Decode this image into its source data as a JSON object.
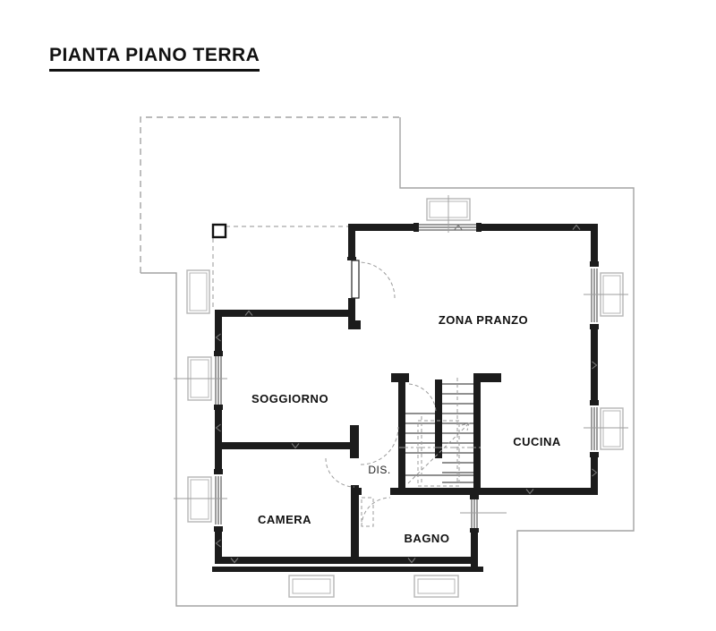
{
  "title": "PIANTA PIANO TERRA",
  "rooms": {
    "zona_pranzo": "ZONA PRANZO",
    "soggiorno": "SOGGIORNO",
    "cucina": "CUCINA",
    "camera": "CAMERA",
    "bagno": "BAGNO",
    "dis": "DIS."
  },
  "colors": {
    "wall": "#1c1c1c",
    "boundary": "#a3a3a3",
    "fixture": "#b5b5b5",
    "door_swing": "#9b9b9b",
    "text": "#111111"
  }
}
